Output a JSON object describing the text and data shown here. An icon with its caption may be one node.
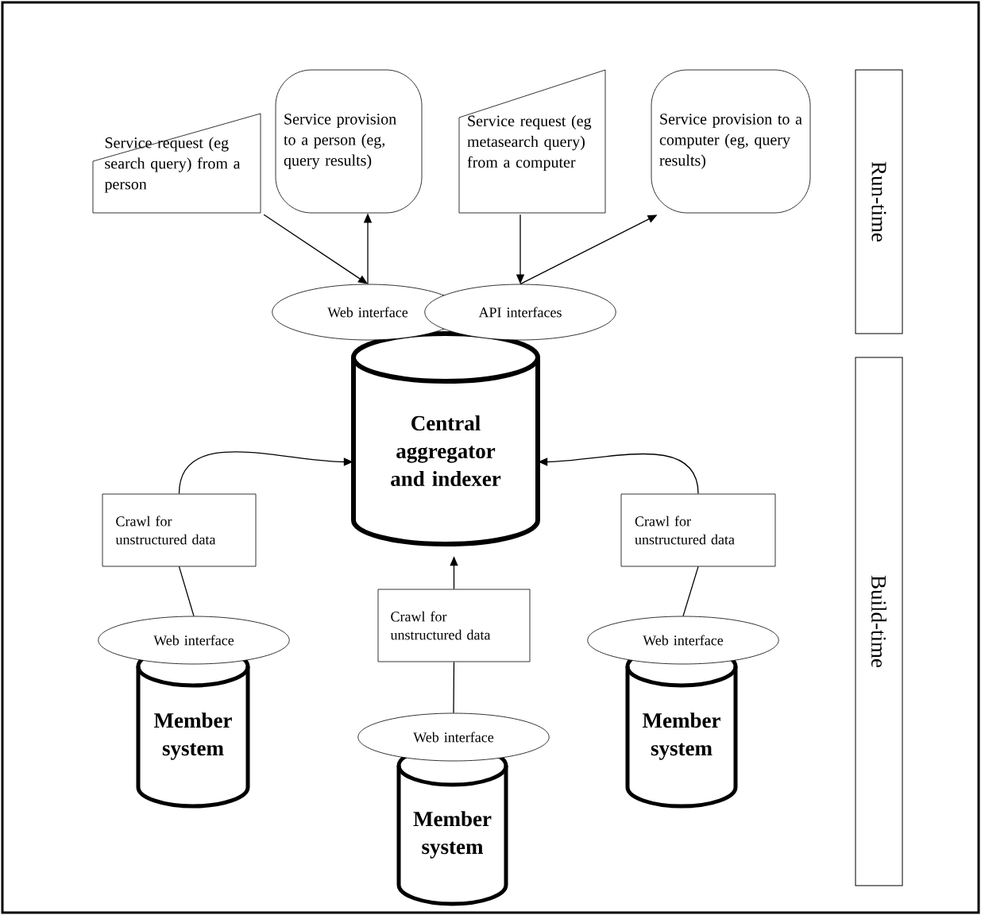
{
  "diagram": {
    "nodes": [
      {
        "text": [
          "Service request (eg search query) from a person"
        ]
      },
      {
        "text": [
          "Service provision to a person (eg, query results)"
        ]
      },
      {
        "text": [
          "Service request (eg metasearch query) from a computer"
        ]
      },
      {
        "text": [
          "Service provision to a computer (eg, query results)"
        ]
      },
      {
        "text": [
          "Run-time"
        ]
      },
      {
        "text": [
          "Web interface"
        ]
      },
      {
        "text": [
          "API interfaces"
        ]
      },
      {
        "text": [
          "Central aggregator and indexer"
        ]
      },
      {
        "text": [
          "Crawl for unstructured data"
        ]
      },
      {
        "text": [
          "Crawl for unstructured data"
        ]
      },
      {
        "text": [
          "Crawl for unstructured data"
        ]
      },
      {
        "text": [
          "Web interface"
        ]
      },
      {
        "text": [
          "Member system"
        ]
      },
      {
        "text": [
          "Web interface"
        ]
      },
      {
        "text": [
          "Member system"
        ]
      },
      {
        "text": [
          "Web interface"
        ]
      },
      {
        "text": [
          "Member system"
        ]
      },
      {
        "text": [
          "Build-time"
        ]
      }
    ],
    "edges": [
      {
        "from": 0,
        "to": 5,
        "arrow": "to"
      },
      {
        "from": 5,
        "to": 1,
        "arrow": "to"
      },
      {
        "from": 2,
        "to": 6,
        "arrow": "to"
      },
      {
        "from": 6,
        "to": 3,
        "arrow": "to"
      },
      {
        "from": 8,
        "to": 7,
        "arrow": "to"
      },
      {
        "from": 9,
        "to": 7,
        "arrow": "to"
      },
      {
        "from": 10,
        "to": 7,
        "arrow": "to"
      },
      {
        "from": 11,
        "to": 8,
        "arrow": "none"
      },
      {
        "from": 13,
        "to": 10,
        "arrow": "none"
      },
      {
        "from": 15,
        "to": 9,
        "arrow": "none"
      }
    ]
  }
}
